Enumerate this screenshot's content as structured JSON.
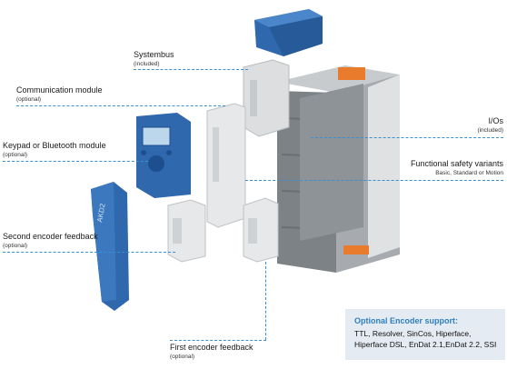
{
  "labels": {
    "systembus": {
      "title": "Systembus",
      "note": "(included)"
    },
    "communication": {
      "title": "Communication module",
      "note": "(optional)"
    },
    "keypad": {
      "title": "Keypad or Bluetooth module",
      "note": "(optional)"
    },
    "second_encoder": {
      "title": "Second encoder feedback",
      "note": "(optional)"
    },
    "first_encoder": {
      "title": "First encoder feedback",
      "note": "(optional)"
    },
    "ios": {
      "title": "I/Os",
      "note": "(included)"
    },
    "safety": {
      "title": "Functional safety variants",
      "note": "Basic, Standard or Motion"
    }
  },
  "encoder_box": {
    "title": "Optional Encoder support:",
    "line1": "TTL, Resolver, SinCos, Hiperface,",
    "line2": "Hiperface DSL, EnDat 2.1,EnDat 2.2, SSI"
  },
  "product": {
    "cover_text": "AKD2"
  },
  "colors": {
    "accent": "#3a8fd0",
    "blue_part": "#2f68ad",
    "housing": "#7d8287",
    "connector": "#e97b2d"
  }
}
